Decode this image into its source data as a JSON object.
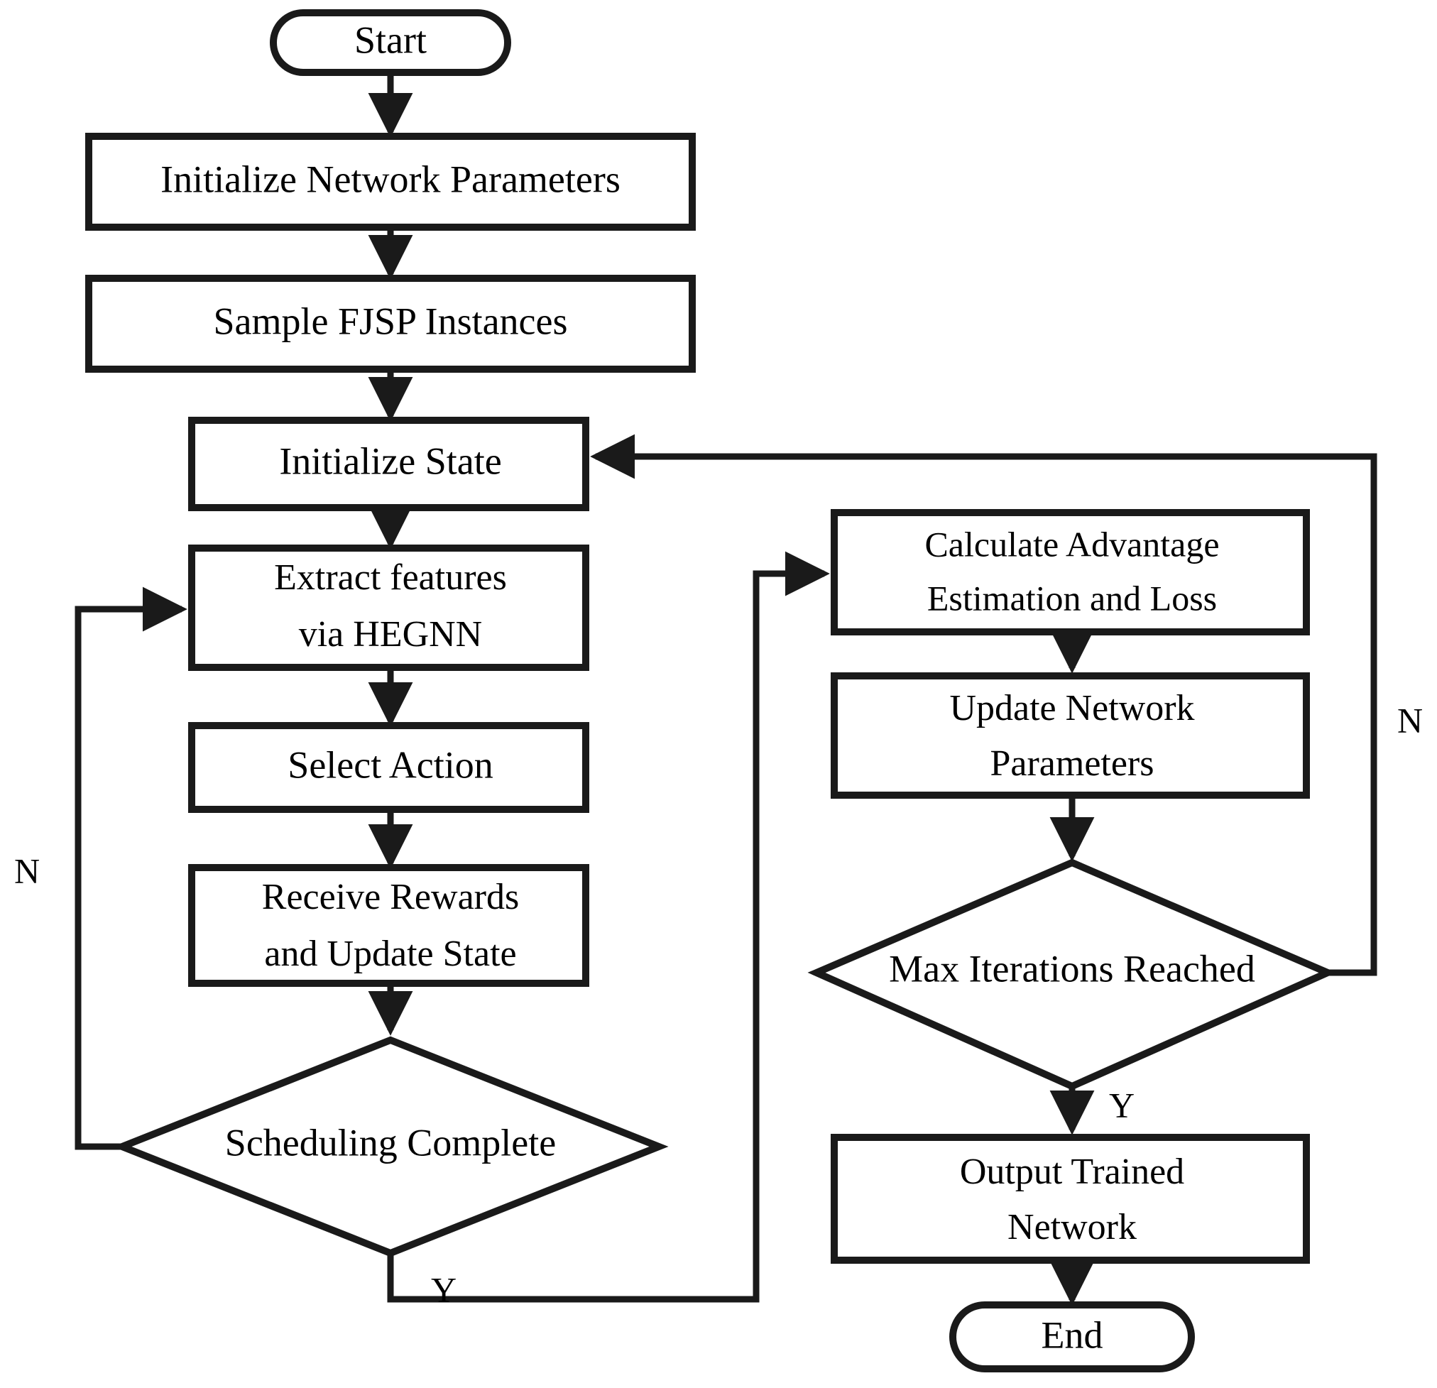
{
  "diagram": {
    "title": "FJSP Deep Reinforcement Learning Training Flowchart",
    "stroke_color": "#1a1a1a",
    "fill_color": "#ffffff",
    "nodes": {
      "start": {
        "label": "Start",
        "shape": "terminator"
      },
      "init_params": {
        "label": "Initialize Network Parameters",
        "shape": "process"
      },
      "sample": {
        "label": "Sample FJSP Instances",
        "shape": "process"
      },
      "init_state": {
        "label": "Initialize State",
        "shape": "process"
      },
      "extract": {
        "line1": "Extract features",
        "line2": "via HEGNN",
        "shape": "process"
      },
      "select_action": {
        "label": "Select Action",
        "shape": "process"
      },
      "receive": {
        "line1": "Receive Rewards",
        "line2": "and Update State",
        "shape": "process"
      },
      "sched_complete": {
        "label": "Scheduling Complete",
        "shape": "decision"
      },
      "calc_adv": {
        "line1": "Calculate Advantage",
        "line2": "Estimation and Loss",
        "shape": "process"
      },
      "update_net": {
        "line1": "Update Network",
        "line2": "Parameters",
        "shape": "process"
      },
      "max_iter": {
        "label": "Max Iterations Reached",
        "shape": "decision"
      },
      "output_net": {
        "line1": "Output Trained",
        "line2": "Network",
        "shape": "process"
      },
      "end": {
        "label": "End",
        "shape": "terminator"
      }
    },
    "edge_labels": {
      "sched_no": "N",
      "sched_yes": "Y",
      "iter_no": "N",
      "iter_yes": "Y"
    }
  }
}
